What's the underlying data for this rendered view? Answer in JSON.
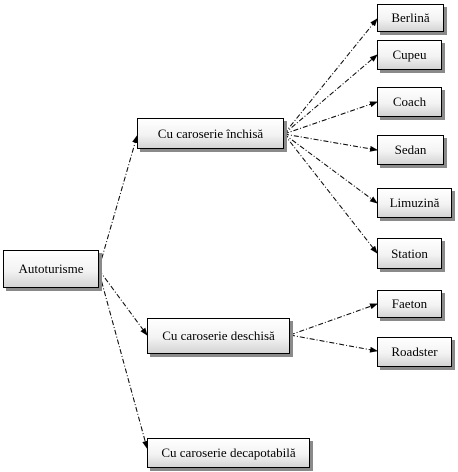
{
  "diagram": {
    "root": "Autoturisme",
    "branches": {
      "closed": {
        "label": "Cu caroserie închisă",
        "children": [
          "Berlină",
          "Cupeu",
          "Coach",
          "Sedan",
          "Limuzină",
          "Station"
        ]
      },
      "open": {
        "label": "Cu caroserie deschisă",
        "children": [
          "Faeton",
          "Roadster"
        ]
      },
      "convertible": {
        "label": "Cu caroserie decapotabilă",
        "children": []
      }
    }
  }
}
